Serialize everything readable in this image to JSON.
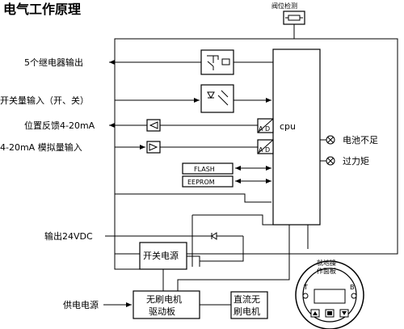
{
  "title": "电气工作原理",
  "valve_detect": "阀位检测",
  "cpu": "cpu",
  "left_labels": {
    "relay_out": "5个继电器输出",
    "switch_in": "开关量输入（开、关）",
    "pos_feedback": "位置反馈4-20mA",
    "analog_in": "4-20mA 模拟量输入",
    "out_24v": "输出24VDC",
    "power_supply": "供电电源"
  },
  "chips": {
    "flash": "FLASH",
    "eeprom": "EEPROM"
  },
  "converters": {
    "da": "A D",
    "ad": "A D"
  },
  "right_labels": {
    "battery_low": "电池不足",
    "overtorque": "过力矩"
  },
  "blocks": {
    "switch_psu": "开关电源",
    "motor_driver_l1": "无刷电机",
    "motor_driver_l2": "驱动板",
    "dc_motor_l1": "直流无",
    "dc_motor_l2": "刷电机"
  },
  "panel": {
    "label_l1": "就地操",
    "label_l2": "作面板",
    "t_label": "T",
    "b_label": "B"
  }
}
